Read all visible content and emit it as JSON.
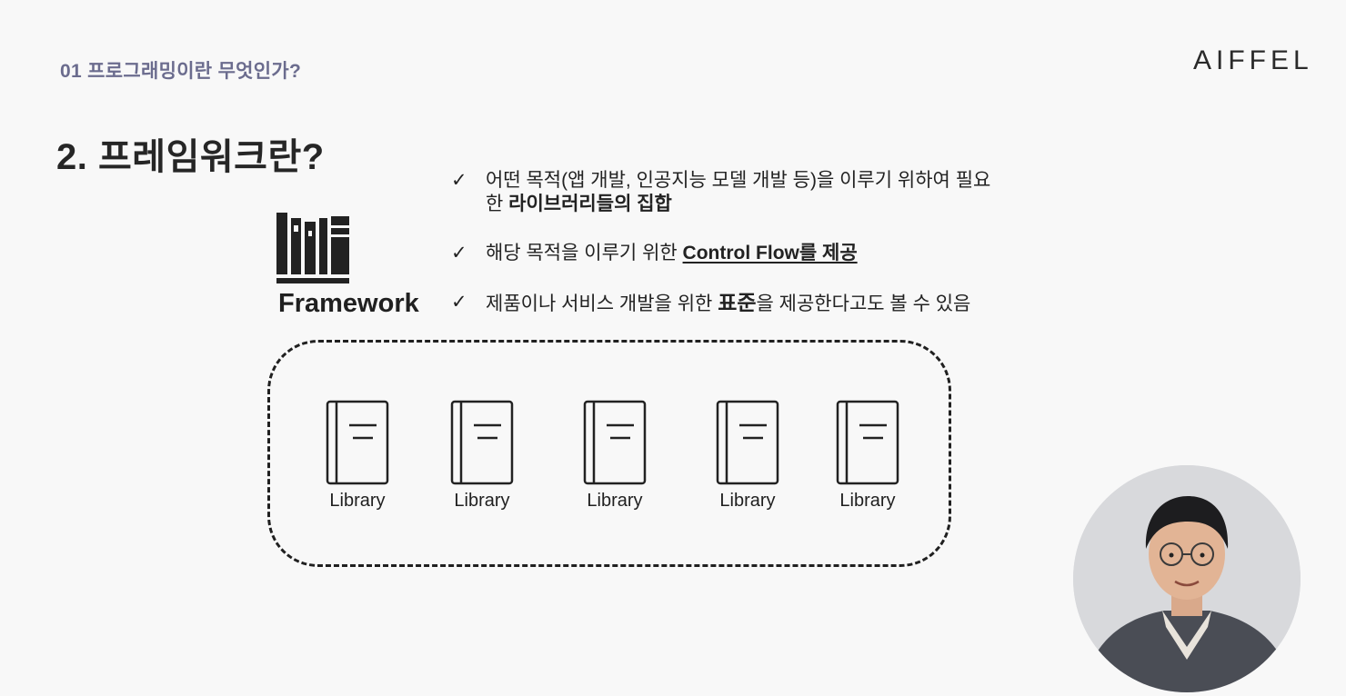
{
  "header": {
    "section_label": "01 프로그래밍이란 무엇인가?",
    "logo_text": "AIFFEL"
  },
  "slide": {
    "title": "2. 프레임워크란?"
  },
  "framework": {
    "icon": "bookshelf-icon",
    "label": "Framework"
  },
  "bullets": [
    {
      "check": "✓",
      "line1": "어떤 목적(앱 개발, 인공지능 모델 개발 등)을 이루기 위하여 필요",
      "line2_pre": "한 ",
      "line2_bold": "라이브러리들의 집합"
    },
    {
      "check": "✓",
      "pre": "해당 목적을 이루기 위한 ",
      "underlined": "Control Flow를 제공"
    },
    {
      "check": "✓",
      "pre": "제품이나 서비스 개발을 위한 ",
      "bold": "표준",
      "post": "을 제공한다고도 볼 수 있음"
    }
  ],
  "libraries": [
    {
      "label": "Library",
      "icon": "book-icon"
    },
    {
      "label": "Library",
      "icon": "book-icon"
    },
    {
      "label": "Library",
      "icon": "book-icon"
    },
    {
      "label": "Library",
      "icon": "book-icon"
    },
    {
      "label": "Library",
      "icon": "book-icon"
    }
  ],
  "colors": {
    "section_label": "#6b6c8e",
    "text": "#222222",
    "background": "#f8f8f8"
  }
}
